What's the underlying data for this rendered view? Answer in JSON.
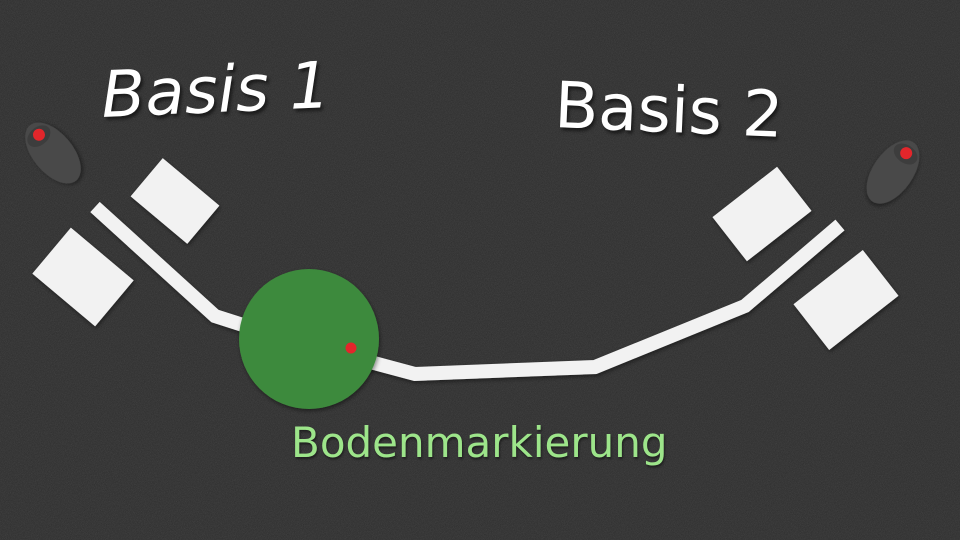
{
  "labels": {
    "base_1": "Basis 1",
    "base_2": "Basis 2",
    "floor_marking": "Bodenmarkierung"
  },
  "colors": {
    "ground": "#2b2b2b",
    "line": "#f2f2f2",
    "pads": "#f2f2f2",
    "floor_marking_circle": "#3e8a3c",
    "floor_marking_label": "#9de58a",
    "indicator_dot": "#e3262b",
    "lamp_body": "#4a4a4a"
  },
  "icons": {
    "lamp": "lamp-icon",
    "indicator": "red-dot-icon"
  }
}
